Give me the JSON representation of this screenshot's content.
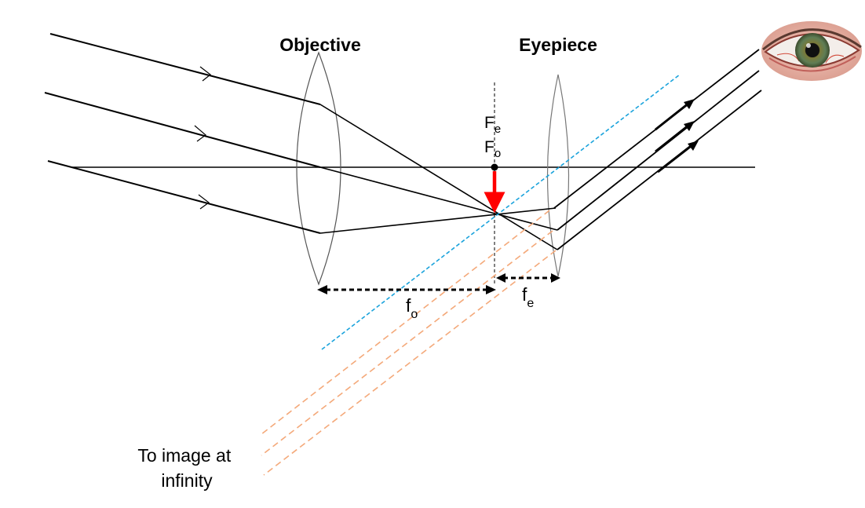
{
  "labels": {
    "objective": "Objective",
    "eyepiece": "Eyepiece",
    "fe_focal_point": {
      "main": "F",
      "sub": "e"
    },
    "fo_focal_point": {
      "main": "F",
      "sub": "o"
    },
    "fo_length": {
      "main": "f",
      "sub": "o"
    },
    "fe_length": {
      "main": "f",
      "sub": "e"
    },
    "image_line1": "To image at",
    "image_line2": "infinity"
  },
  "colors": {
    "rays": "#000000",
    "lens": "#555555",
    "intermediate_image": "#ff0000",
    "eyepiece_construction_line": "#1aa3dc",
    "virtual_rays": "#f4a97a"
  },
  "icons": {
    "eye": "eye-icon"
  }
}
